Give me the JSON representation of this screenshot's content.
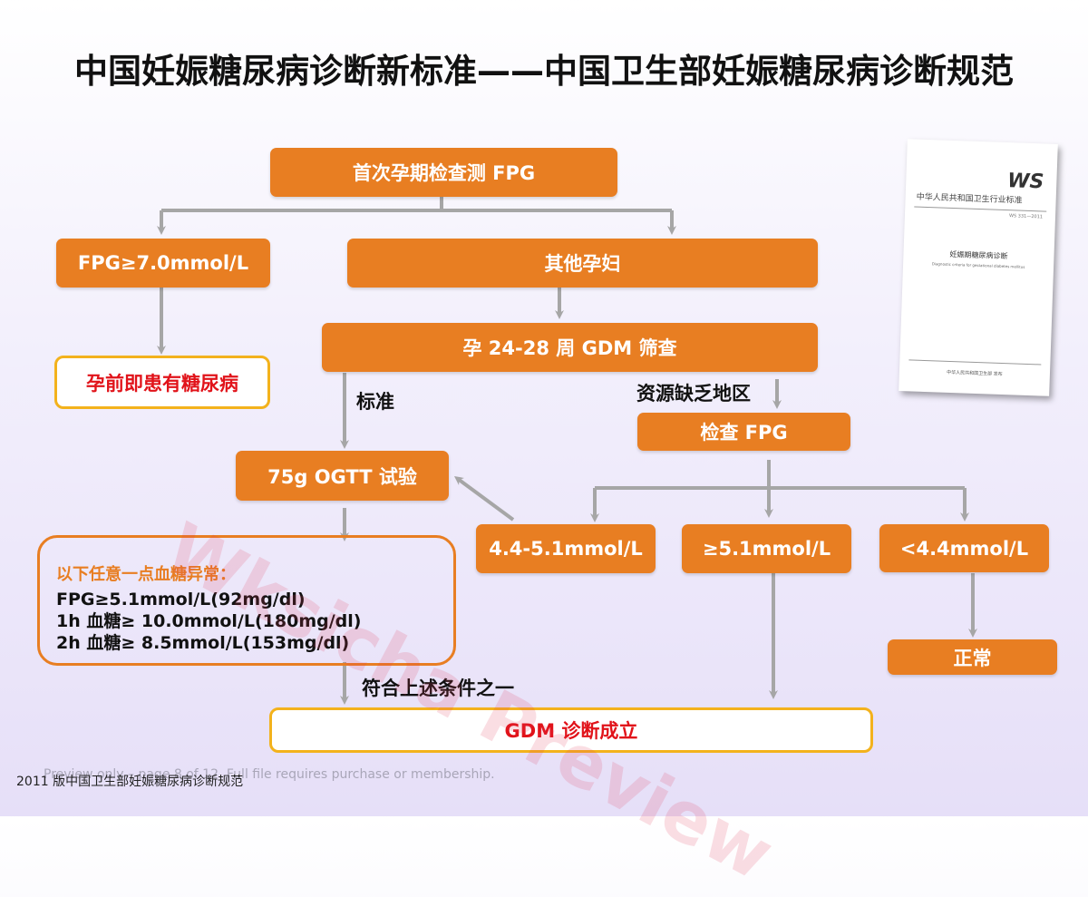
{
  "title": "中国妊娠糖尿病诊断新标准——中国卫生部妊娠糖尿病诊断规范",
  "boxes": {
    "fpg_first": "首次孕期检查测 FPG",
    "fpg_ge7": "FPG≥7.0mmol/L",
    "other_pregnant": "其他孕妇",
    "pregestational": "孕前即患有糖尿病",
    "gdm_screen": "孕 24-28 周 GDM 筛查",
    "ogtt": "75g OGTT 试验",
    "check_fpg": "检查 FPG",
    "range_44_51": "4.4-5.1mmol/L",
    "ge_51": "≥5.1mmol/L",
    "lt_44": "<4.4mmol/L",
    "normal": "正常",
    "gdm_diag": "GDM 诊断成立"
  },
  "labels": {
    "standard": "标准",
    "resource_poor": "资源缺乏地区",
    "meets_one": "符合上述条件之一"
  },
  "criteria": {
    "head": "以下任意一点血糖异常：",
    "lines": [
      "FPG≥5.1mmol/L(92mg/dl)",
      "1h 血糖≥ 10.0mmol/L(180mg/dl)",
      "2h 血糖≥ 8.5mmol/L(153mg/dl)"
    ]
  },
  "document": {
    "ws": "WS",
    "standard": "中华人民共和国卫生行业标准",
    "number": "WS 331—2011",
    "title": "妊娠期糖尿病诊断",
    "subtitle": "Diagnostic criteria for gestational diabetes mellitus",
    "publisher": "中华人民共和国卫生部  发布"
  },
  "watermark": "Wksicha Preview",
  "preview_note": "Preview only – page 8 of 12. Full file requires purchase or membership.",
  "footer": "2011 版中国卫生部妊娠糖尿病诊断规范",
  "colors": {
    "box_fill": "#e87e22",
    "outline_border": "#f3b21c",
    "alert_red": "#e1131a",
    "arrow_gray": "#a6a6a6"
  }
}
